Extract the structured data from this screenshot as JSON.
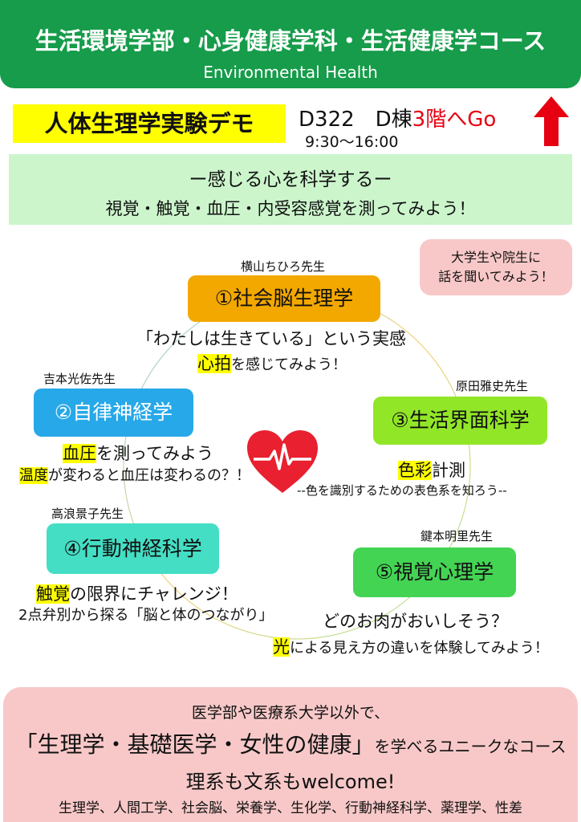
{
  "header": {
    "title": "生活環境学部・心身健康学科・生活健康学コース",
    "subtitle": "Environmental Health"
  },
  "demo": {
    "title": "人体生理学実験デモ",
    "room": "D322　D棟",
    "floor_go": "3階へGo",
    "time": "9:30〜16:00"
  },
  "tagline": {
    "line1": "ー感じる心を科学するー",
    "line2": "視覚・触覚・血圧・内受容感覚を測ってみよう！"
  },
  "ask": {
    "line1": "大学生や院生に",
    "line2": "話を聞いてみよう！"
  },
  "labs": [
    {
      "teacher": "横山ちひろ先生",
      "name": "①社会脳生理学",
      "desc1": "「わたしは生きている」という実感",
      "desc2_hl": "心拍",
      "desc2_rest": "を感じてみよう！"
    },
    {
      "teacher": "吉本光佐先生",
      "name": "②自律神経学",
      "desc1_hl": "血圧",
      "desc1_rest": "を測ってみよう",
      "desc2_hl": "温度",
      "desc2_rest": "が変わると血圧は変わるの？！"
    },
    {
      "teacher": "原田雅史先生",
      "name": "③生活界面科学",
      "desc1_hl": "色彩",
      "desc1_rest": "計測",
      "desc2": "--色を識別するための表色系を知ろう--"
    },
    {
      "teacher": "高浪景子先生",
      "name": "④行動神経科学",
      "desc1_hl": "触覚",
      "desc1_rest": "の限界にチャレンジ！",
      "desc2": "2点弁別から探る「脳と体のつながり」"
    },
    {
      "teacher": "鍵本明里先生",
      "name": "⑤視覚心理学",
      "desc1": "どのお肉がおいしそう？",
      "desc2_hl": "光",
      "desc2_rest": "による見え方の違いを体験してみよう！"
    }
  ],
  "bottom": {
    "line1": "医学部や医療系大学以外で、",
    "line2_big": "「生理学・基礎医学・女性の健康」",
    "line2_small": "を学べるユニークなコース",
    "line3": "理系も文系もwelcome!",
    "line4": "生理学、人間工学、社会脳、栄養学、生化学、行動神経科学、薬理学、性差"
  },
  "colors": {
    "header_green": "#169c4a",
    "highlight_yellow": "#ffff00",
    "lab1": "#f3a800",
    "lab2": "#27a8e8",
    "lab3": "#92e628",
    "lab4": "#44dec4",
    "lab5": "#44d454",
    "pink": "#f8c8c8",
    "red": "#e60012"
  },
  "icons": [
    "up-arrow-icon",
    "heart-pulse-icon"
  ]
}
